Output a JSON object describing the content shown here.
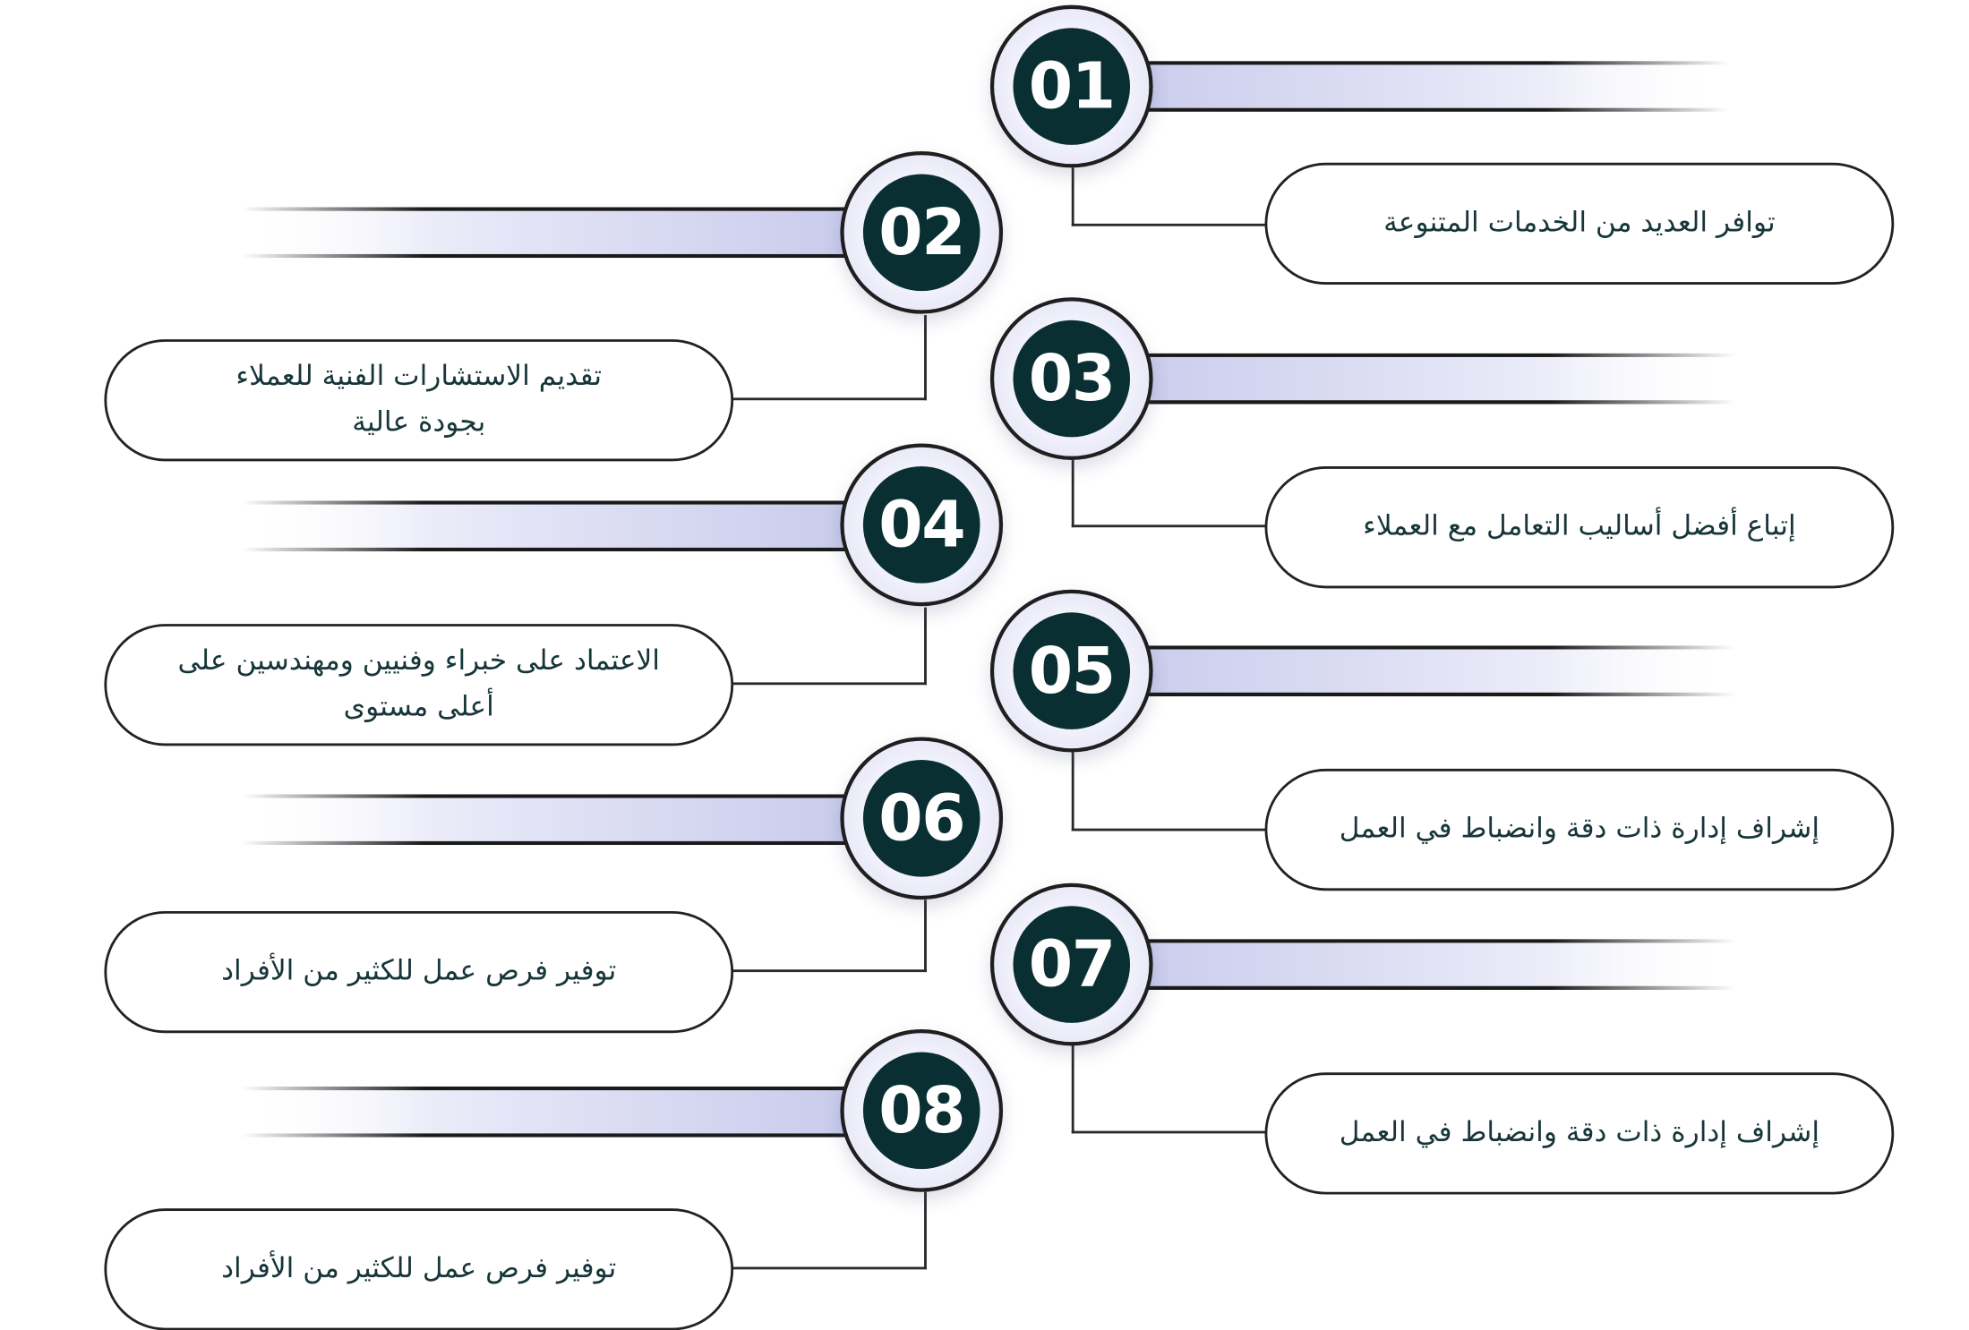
{
  "colors": {
    "badge_fill": "#0a2f33",
    "badge_text": "#ffffff",
    "ring_fill": "#e8e8f7",
    "bar_fill": "#d6d7f0",
    "outline": "#1f1f1f",
    "item_text": "#17363a"
  },
  "steps": [
    {
      "number": "01",
      "text": "توافر العديد من الخدمات المتنوعة"
    },
    {
      "number": "02",
      "text": "تقديم الاستشارات الفنية للعملاء بجودة عالية"
    },
    {
      "number": "03",
      "text": "إتباع أفضل أساليب التعامل مع العملاء"
    },
    {
      "number": "04",
      "text": "الاعتماد على خبراء وفنيين ومهندسين على أعلى مستوى"
    },
    {
      "number": "05",
      "text": "إشراف إدارة ذات دقة وانضباط في العمل"
    },
    {
      "number": "06",
      "text": "توفير فرص عمل للكثير من الأفراد"
    },
    {
      "number": "07",
      "text": "إشراف إدارة ذات دقة وانضباط في العمل"
    },
    {
      "number": "08",
      "text": "توفير فرص عمل للكثير من الأفراد"
    }
  ]
}
